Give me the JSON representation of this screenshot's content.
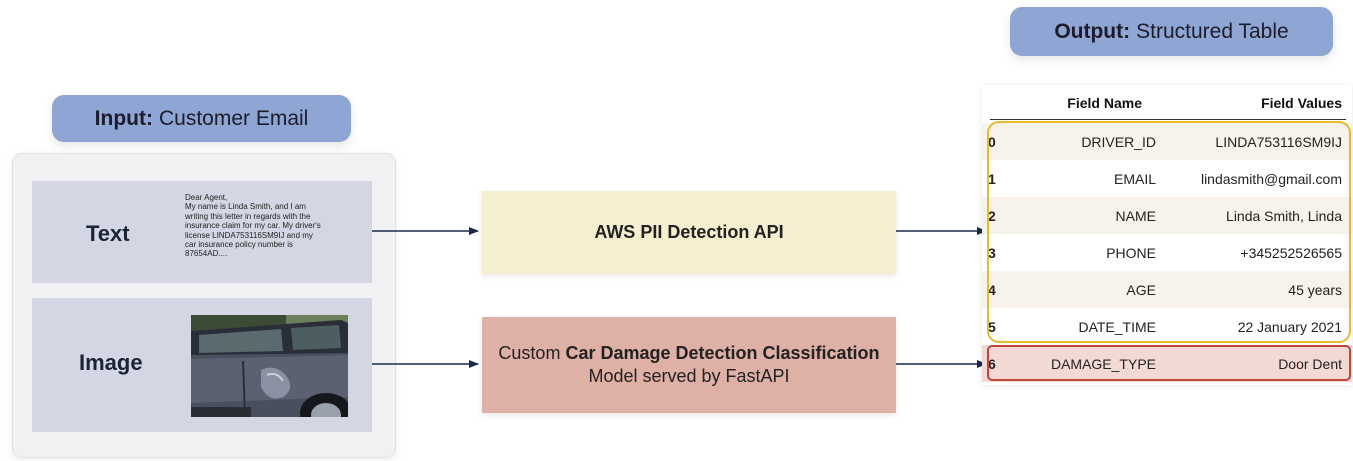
{
  "input_label": {
    "bold": "Input:",
    "rest": "Customer Email"
  },
  "output_label": {
    "bold": "Output:",
    "rest": "Structured Table"
  },
  "cards": {
    "text": {
      "label": "Text",
      "email": "Dear Agent,\nMy name is Linda Smith, and I am\nwriting this letter in regards with the\ninsurance claim for my car. My driver's\nlicense LINDA753116SM9IJ and my\ncar insurance policy number is\n87654AD...."
    },
    "image": {
      "label": "Image",
      "photo_icon": "car-door-dent-photo"
    }
  },
  "processors": {
    "pii": {
      "label": "AWS PII Detection API"
    },
    "damage": {
      "pre": "Custom ",
      "bold": "Car Damage Detection Classification",
      "post": " Model served by FastAPI"
    }
  },
  "table": {
    "headers": [
      "",
      "Field Name",
      "Field Values"
    ],
    "rows": [
      {
        "idx": "0",
        "name": "DRIVER_ID",
        "value": "LINDA753116SM9IJ"
      },
      {
        "idx": "1",
        "name": "EMAIL",
        "value": "lindasmith@gmail.com"
      },
      {
        "idx": "2",
        "name": "NAME",
        "value": "Linda Smith, Linda"
      },
      {
        "idx": "3",
        "name": "PHONE",
        "value": "+345252526565"
      },
      {
        "idx": "4",
        "name": "AGE",
        "value": "45 years"
      },
      {
        "idx": "5",
        "name": "DATE_TIME",
        "value": "22 January 2021"
      },
      {
        "idx": "6",
        "name": "DAMAGE_TYPE",
        "value": "Door Dent"
      }
    ]
  },
  "colors": {
    "pill": "#8fa6d4",
    "yellow_box": "#f6efcf",
    "red_box": "#dfb0a6",
    "pii_group_border": "#e8b92a",
    "damage_row_border": "#c0463a",
    "damage_row_fill": "#f3d9d4",
    "arrow": "#1c2a4a"
  }
}
